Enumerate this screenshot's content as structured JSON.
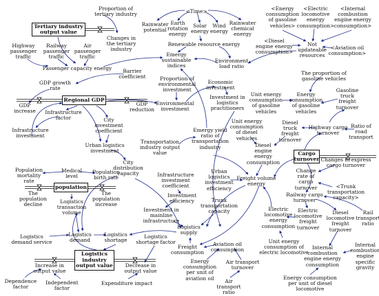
{
  "stocks": {
    "tertiary_output": "Tertiary industry\noutput value",
    "regional_gdp": "Regional GDP",
    "population": "population",
    "logistics_output": "Logistics\nindustry\noutput value",
    "cargo_turnover": "Cargo\nturnover"
  },
  "labels": {
    "proportion_tertiary": "Proportion of\ntertiary industry",
    "changes_tertiary": "Changes in\nthe tertiary\nindustry",
    "highway_passenger": "Highway\npassenger\ntraffic",
    "railway_passenger": "Railway\npassenger\ntraffic",
    "air_passenger": "Air\npassenger\ntraffic",
    "passenger_capacity": "Passenger capacity energy",
    "time": "<Time>",
    "rainwater_potential": "Rainwater\npotential",
    "earth_rotation": "Earth\nrotation\nenergy",
    "solar_energy": "Solar\nenergy",
    "wind_energy": "Wind\nenergy",
    "rainwater_chemical": "Rainwater\nchemical\nenergy",
    "renewable_energy": "Renewable resource energy",
    "energy_gasoline_ref": "<Energy\nconsumption\nof gasoline\nvehicles>",
    "electric_loco_ref": "<Electric\nlocomotive\nenergy\nconsumption>",
    "internal_combustion_ref": "<Internal\ncombustion\nengine energy\nconsumption>",
    "diesel_engine_ref": "<Diesel\nengine energy\nconsumption>",
    "not_updateable": "Not\nupdateable\nresources",
    "aviation_oil_ref": "<Aviation oil\nconsumption>",
    "energy_sustainable": "Emergy\nsustainable\nindices",
    "environment_load": "Environment\nload ratio",
    "barrier_coefficient": "Barrier\ncoefficient",
    "proportion_env": "Proportion of\nenvironmental\ninvestment",
    "economic_investment": "Economic\ninvestment",
    "gdp_growth": "GDP growth\nrate",
    "gdp_increase": "GDP\nincrease",
    "gdp_reduction": "GDP\nreduction",
    "environmental_investment": "Environmental\ninvestment",
    "investment_practitioners": "Investment in\nlogistics\npractitioners",
    "proportion_gasoline": "The proportion of\ngasoline vehicles",
    "unit_energy_gasoline": "Unit energy\nconsumption\nof gasoline\nvehicles",
    "energy_gasoline": "Energy\nconsumption\nof gasoline\nvehicles",
    "gasoline_truck": "Gasoline\ntruck\nfreight\nturnover",
    "infrastructure_factor": "Infrastructure\nfactor",
    "infrastructure_investment": "Infrastructure\ninvestment",
    "city_investment_coef": "City\ninvestment\ncoefficient",
    "urban_logistics_investment": "Urban logistics\ninvestment",
    "transportation_output": "Transportation\nindustry output\nvalue",
    "energy_yield": "Emergy yield\nratio of\ntransportation\nindustry",
    "unit_energy_diesel": "Unit energy\nconsumption\nof diesel\nvehicles",
    "diesel_truck": "Diesel\ntruck\nfreight\nturnover",
    "highway_cargo": "Highway cargo\nturnover",
    "ratio_road": "Ratio of\nroad\ntransport",
    "diesel_engine": "Diesel\nengine\nenergy\nconsumption",
    "city_distribution": "City\ndistribution\ncapacity",
    "infrastructure_inv_coef": "Infrastructure\ninvestment\ncoefficient",
    "urban_logistics_efficiency": "Urban\nlogistics\ninvestment\nefficiency",
    "freight_volume_energy": "Freight volume\nenergy",
    "changes_express": "Changes in express\ncargo turnover",
    "change_rate_cargo": "Change\nrate of\ncargo\nturnover",
    "trunk_capacity_ref": "<Trunk\ntransportation\ncapacity>",
    "population_mortality": "Population\nmortality\nrate",
    "medical_level": "Medical\nlevel",
    "population_birth": "Population\nbirth rate",
    "population_decline": "The\npopulation\ndecline",
    "population_increase": "The\npopulation\nincrease",
    "logistics_transaction": "Logistics\ntransaction\nvolume",
    "investment_efficiency": "Investment\nefficiency",
    "trunk_capacity": "Trunk\ntransportation\ncapacity",
    "investment_mainline": "Investment in\nmainline\ninfrastructure",
    "railway_cargo": "Railway cargo\nturnover",
    "electric_loco_freight": "Electric\nlocomotive\nfreight\nturnover",
    "diesel_loco_freight": "Diesel\nlocomotive\nfreight\nturnover",
    "rail_transport": "Rail\ntransport\nratio",
    "electric_loco_energy": "Electric\nlocomotive\nenergy\nconsumption",
    "logistics_supply": "Logistics\nsupply",
    "logistics_demand_service": "Logistics\ndemand service",
    "logistics_demand": "Logistics\ndemand",
    "logistics_shortage": "Logistics\nshortage",
    "logistics_shortage_factor": "Logistics\nshortage factor",
    "aviation_oil": "Aviation oil\nconsumption",
    "freight_consumption": "Freight\nconsumption",
    "unit_energy_electric_loco": "Unit energy\nconsumption of\nelectric locomotive",
    "internal_combustion": "Internal\ncombustion\nengine energy\nconsumption",
    "internal_gravity": "Internal\ncombustion\nengine\nspecific\ngravity",
    "increase_output": "Increase in\noutput value",
    "decrease_output": "Decrease in\noutput value",
    "dependence_factor": "Dependence\nfactor",
    "independent_factor": "Independent\nfactor",
    "expenditure_impact": "Expenditure impact",
    "energy_per_aviation": "Energy\nconsumption\nper unit of\naviation oil",
    "air_transport_turnover": "Air transport\nturnover",
    "air_transport_ratio": "Air\ntransport\nratio",
    "energy_per_diesel": "Energy consumption\nper unit of diesel\nlocomotive"
  }
}
